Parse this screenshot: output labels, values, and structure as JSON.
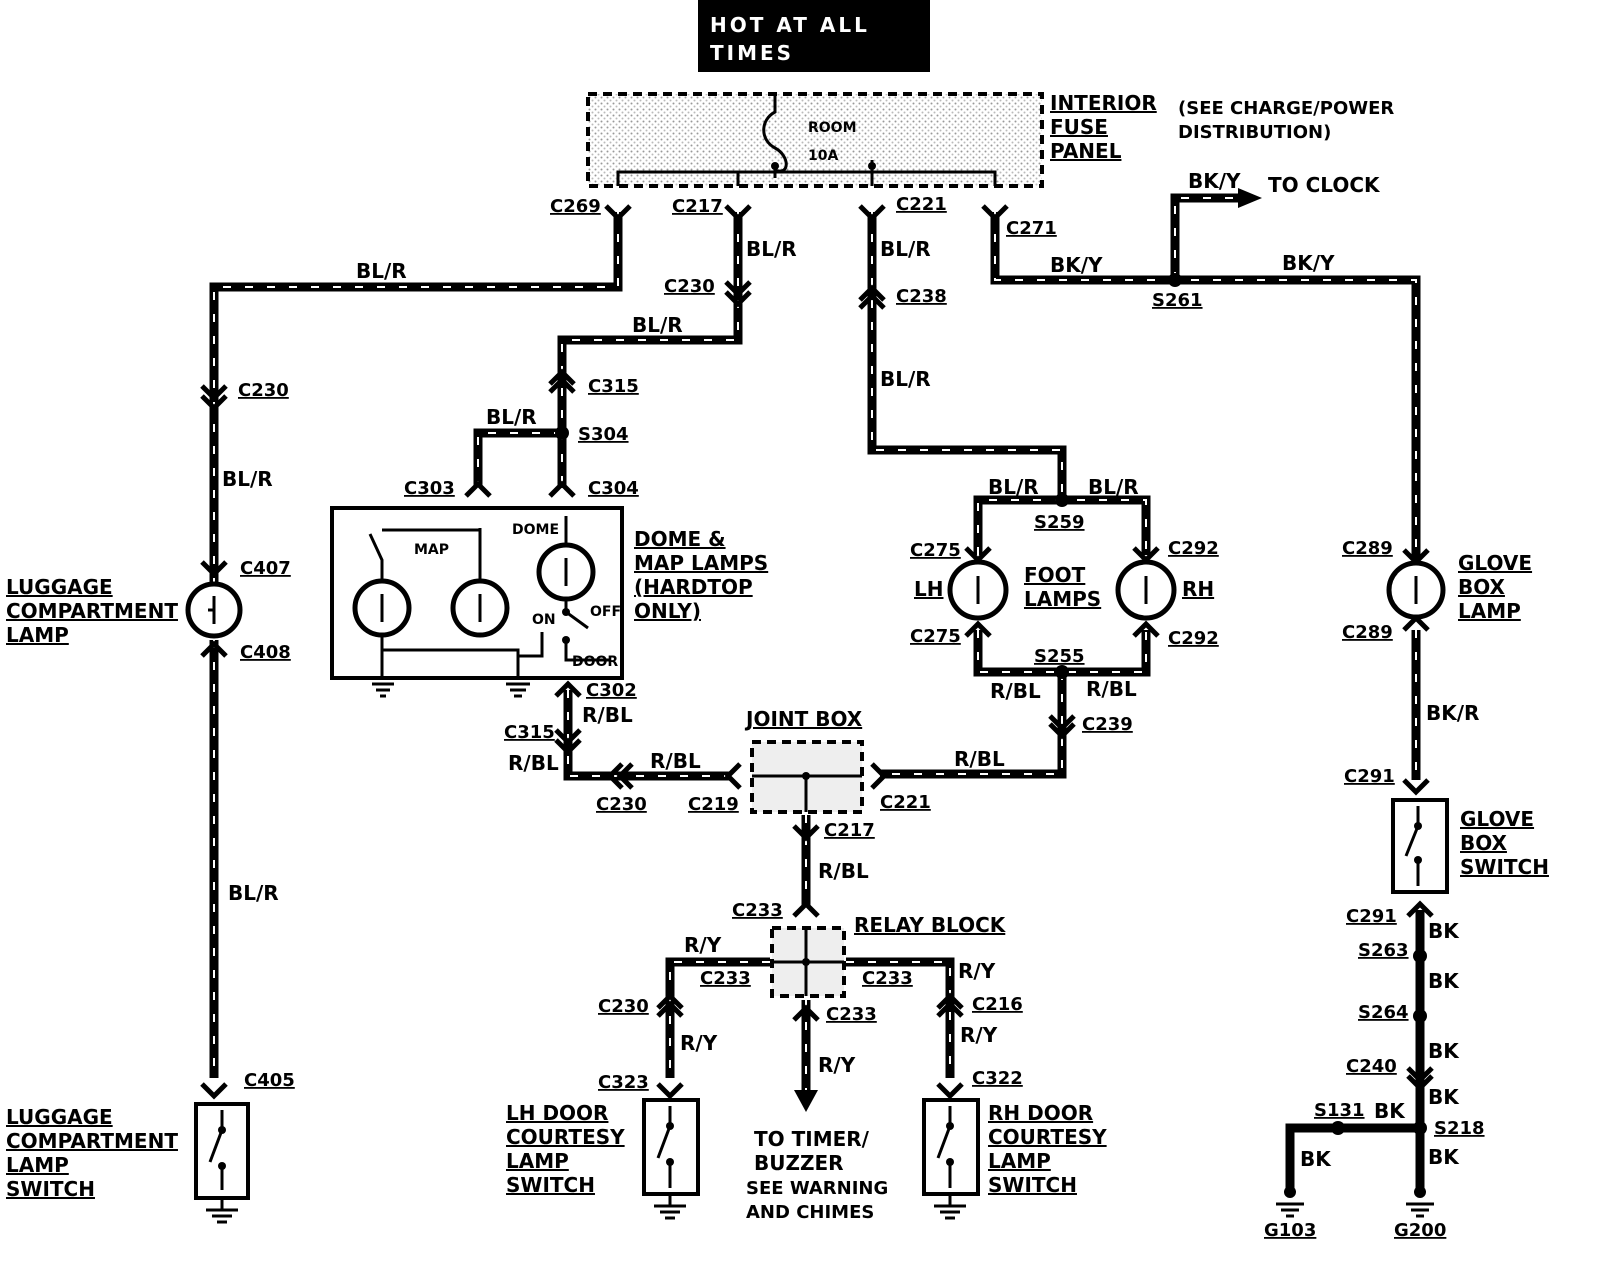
{
  "hot_label": [
    "HOT AT ALL",
    "TIMES"
  ],
  "fuse_panel": {
    "title": [
      "INTERIOR",
      "FUSE",
      "PANEL"
    ],
    "fuse_name": "ROOM",
    "fuse_rating": "10A",
    "note": [
      "(SEE CHARGE/POWER",
      "DISTRIBUTION)"
    ]
  },
  "to_clock": "TO CLOCK",
  "dome_map": {
    "title": [
      "DOME &",
      "MAP LAMPS",
      "(HARDTOP",
      "ONLY)"
    ],
    "map": "MAP",
    "dome": "DOME",
    "on": "ON",
    "off": "OFF",
    "door": "DOOR"
  },
  "foot_lamps": {
    "title": [
      "FOOT",
      "LAMPS"
    ],
    "lh": "LH",
    "rh": "RH"
  },
  "glove_box_lamp": [
    "GLOVE",
    "BOX",
    "LAMP"
  ],
  "glove_box_switch": [
    "GLOVE",
    "BOX",
    "SWITCH"
  ],
  "luggage_lamp": [
    "LUGGAGE",
    "COMPARTMENT",
    "LAMP"
  ],
  "luggage_switch": [
    "LUGGAGE",
    "COMPARTMENT",
    "LAMP",
    "SWITCH"
  ],
  "joint_box": "JOINT BOX",
  "relay_block": "RELAY BLOCK",
  "lh_door": [
    "LH DOOR",
    "COURTESY",
    "LAMP",
    "SWITCH"
  ],
  "rh_door": [
    "RH DOOR",
    "COURTESY",
    "LAMP",
    "SWITCH"
  ],
  "timer_note": [
    "TO TIMER/",
    "BUZZER",
    "SEE WARNING",
    "AND CHIMES"
  ],
  "wire_colors": {
    "bl_r": "BL/R",
    "bk_y": "BK/Y",
    "r_bl": "R/BL",
    "r_y": "R/Y",
    "bk_r": "BK/R",
    "bk": "BK"
  },
  "connectors": {
    "c269": "C269",
    "c217": "C217",
    "c221": "C221",
    "c271": "C271",
    "c230": "C230",
    "c238": "C238",
    "s261": "S261",
    "c315": "C315",
    "s304": "S304",
    "c303": "C303",
    "c304": "C304",
    "s259": "S259",
    "c275": "C275",
    "c292": "C292",
    "s255": "S255",
    "c239": "C239",
    "c289": "C289",
    "c291": "C291",
    "c407": "C407",
    "c408": "C408",
    "c302": "C302",
    "c219": "C219",
    "c233": "C233",
    "c216": "C216",
    "c323": "C323",
    "c322": "C322",
    "c405": "C405",
    "s263": "S263",
    "s264": "S264",
    "c240": "C240",
    "s131": "S131",
    "s218": "S218",
    "g103": "G103",
    "g200": "G200"
  }
}
